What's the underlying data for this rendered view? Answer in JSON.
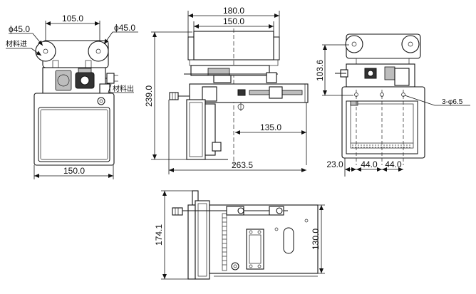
{
  "front_view": {
    "top_width": "105.0",
    "left_roller_dia": "ϕ45.0",
    "right_roller_dia": "ϕ45.0",
    "material_in": "材料进",
    "material_out": "材料出",
    "bottom_width": "150.0"
  },
  "side_view": {
    "overall_top": "180.0",
    "inner_top": "150.0",
    "height": "239.0",
    "mid": "135.0",
    "total_length": "263.5"
  },
  "end_view": {
    "height": "103.6",
    "holes": "3-φ6.5",
    "offset_left": "23.0",
    "spacing_1": "44.0",
    "spacing_2": "44.0"
  },
  "top_view": {
    "overall_height": "174.1",
    "inner_height": "130.0"
  }
}
